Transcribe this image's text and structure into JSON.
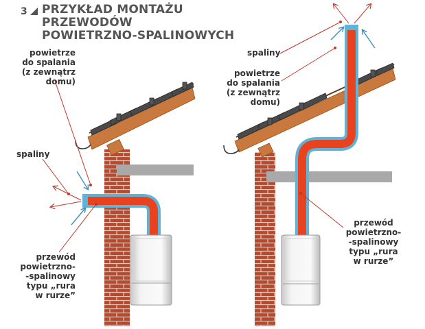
{
  "figure": {
    "number": "3",
    "title_line1": "PRZYKŁAD MONTAŻU PRZEWODÓW",
    "title_line2": "POWIETRZNO-SPALINOWYCH"
  },
  "left_diagram": {
    "air_label": [
      "powietrze",
      "do spalania",
      "(z zewnątrz",
      "domu)"
    ],
    "exhaust_label": "spaliny",
    "duct_label": [
      "przewód",
      "powietrzno-",
      "-spalinowy",
      "typu „rura",
      "w rurze”"
    ]
  },
  "right_diagram": {
    "exhaust_label": "spaliny",
    "air_label": [
      "powietrze",
      "do spalania",
      "(z zewnątrz",
      "domu)"
    ],
    "duct_label": [
      "przewód",
      "powietrzno-",
      "-spalinowy",
      "typu „rura",
      "w rurze”"
    ]
  },
  "colors": {
    "inner_pipe": "#e8431e",
    "outer_pipe": "#5fb3d6",
    "brick": "#b8482f",
    "roof_wood": "#c9793d",
    "tile": "#4a4a4a",
    "ceiling": "#a9a9a9",
    "arrow": "#c0392b",
    "title": "#555555"
  }
}
